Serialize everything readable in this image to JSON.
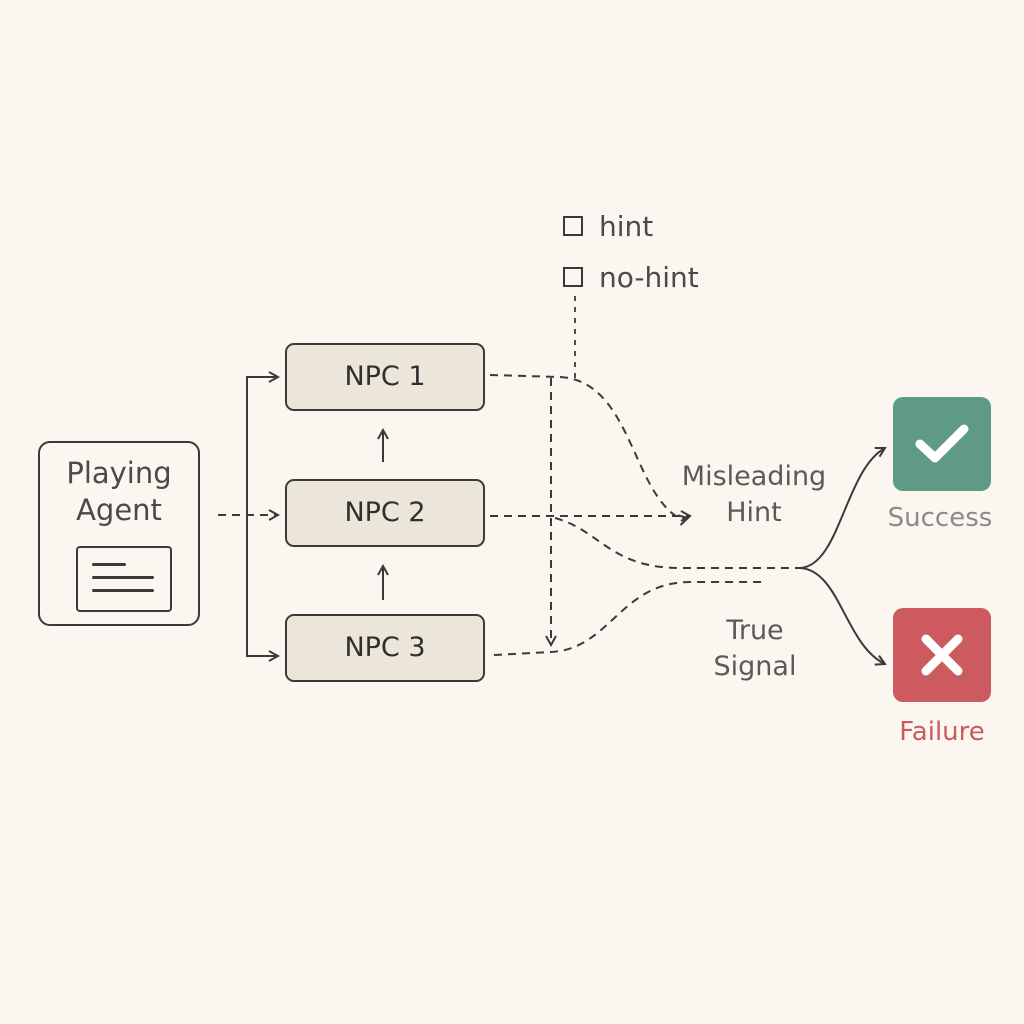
{
  "agent": {
    "label": "Playing\nAgent",
    "icon": "document-icon"
  },
  "npcs": [
    {
      "label": "NPC 1"
    },
    {
      "label": "NPC 2"
    },
    {
      "label": "NPC 3"
    }
  ],
  "legend": {
    "items": [
      {
        "label": "hint"
      },
      {
        "label": "no-hint"
      }
    ]
  },
  "annotations": {
    "misleading": "Misleading\nHint",
    "true_signal": "True\nSignal"
  },
  "outcomes": {
    "success": {
      "label": "Success",
      "color": "#5f9a86",
      "icon": "checkmark-icon"
    },
    "failure": {
      "label": "Failure",
      "color": "#cc5a5e",
      "icon": "x-mark-icon"
    }
  },
  "colors": {
    "background": "#fbf7f0",
    "stroke": "#3a3a38",
    "npc_fill": "#ece6da",
    "success_text": "#8a8a86",
    "failure_text": "#c95a5e"
  }
}
